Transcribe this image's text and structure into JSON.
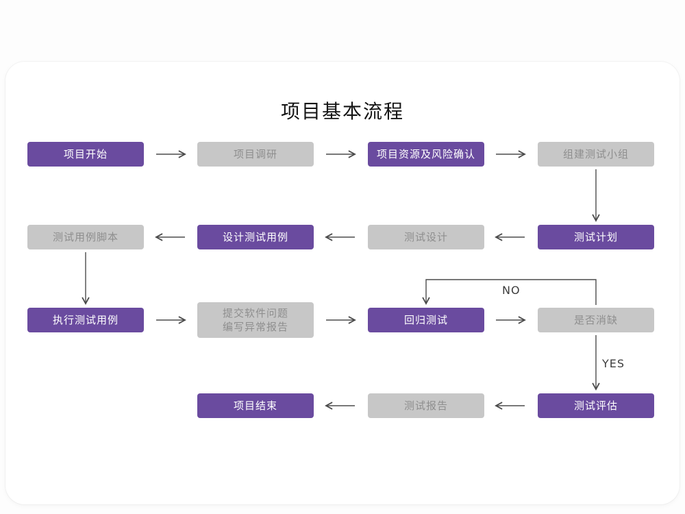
{
  "title": "项目基本流程",
  "edge_labels": {
    "no": "NO",
    "yes": "YES"
  },
  "colors": {
    "purple": "#6a4b9f",
    "gray_box": "#c7c7c7",
    "gray_text": "#8e8e8e",
    "arrow": "#4b4b4b"
  },
  "nodes": {
    "project_start": {
      "label": "项目开始"
    },
    "project_research": {
      "label": "项目调研"
    },
    "resources_risk": {
      "label": "项目资源及风险确认"
    },
    "build_test_team": {
      "label": "组建测试小组"
    },
    "test_case_script": {
      "label": "测试用例脚本"
    },
    "design_test_cases": {
      "label": "设计测试用例"
    },
    "test_design": {
      "label": "测试设计"
    },
    "test_plan": {
      "label": "测试计划"
    },
    "execute_test_cases": {
      "label": "执行测试用例"
    },
    "submit_issues": {
      "line1": "提交软件问题",
      "line2": "编写异常报告"
    },
    "regression_test": {
      "label": "回归测试"
    },
    "defect_resolved": {
      "label": "是否消缺"
    },
    "project_end": {
      "label": "项目结束"
    },
    "test_report": {
      "label": "测试报告"
    },
    "test_evaluation": {
      "label": "测试评估"
    }
  }
}
